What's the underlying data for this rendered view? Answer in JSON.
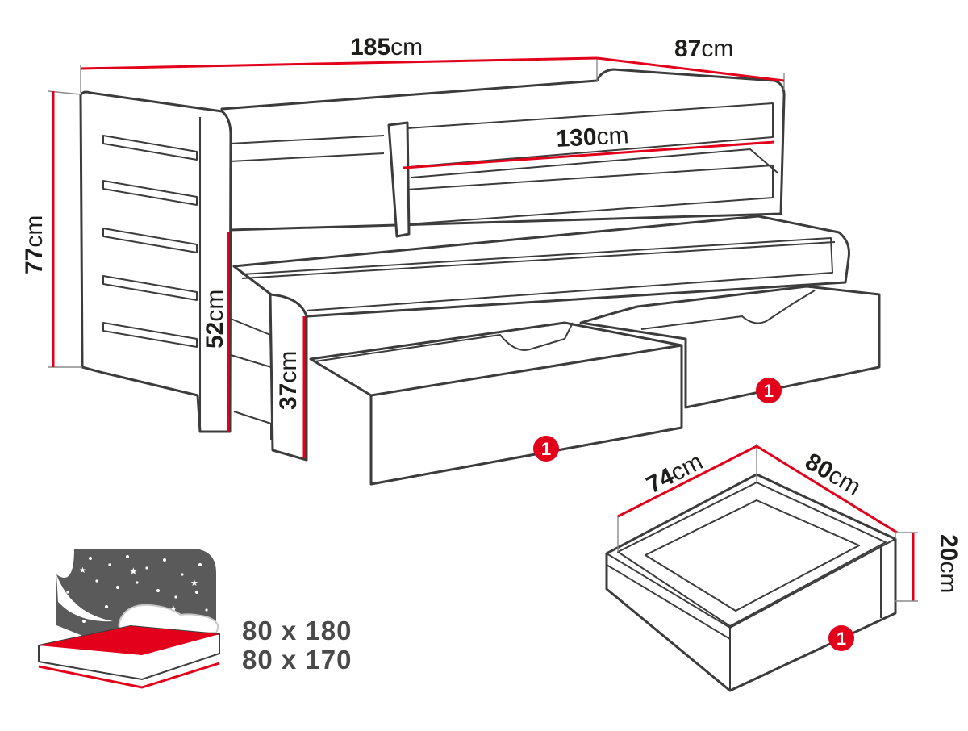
{
  "dimensions": {
    "total_length": {
      "value": "185",
      "unit": "cm"
    },
    "total_depth": {
      "value": "87",
      "unit": "cm"
    },
    "total_height": {
      "value": "77",
      "unit": "cm"
    },
    "inner_length": {
      "value": "130",
      "unit": "cm"
    },
    "upper_bed_height": {
      "value": "52",
      "unit": "cm"
    },
    "lower_bed_height": {
      "value": "37",
      "unit": "cm"
    }
  },
  "drawer": {
    "width": {
      "value": "74",
      "unit": "cm"
    },
    "depth": {
      "value": "80",
      "unit": "cm"
    },
    "height": {
      "value": "20",
      "unit": "cm"
    },
    "badge": "1"
  },
  "drawer_badges": [
    "1",
    "1"
  ],
  "mattress": {
    "sizes": [
      "80 x 180",
      "80 x 170"
    ]
  },
  "colors": {
    "accent": "#e2001a",
    "outline": "#3c3c3c",
    "night_sky": "#5a5a5a"
  }
}
